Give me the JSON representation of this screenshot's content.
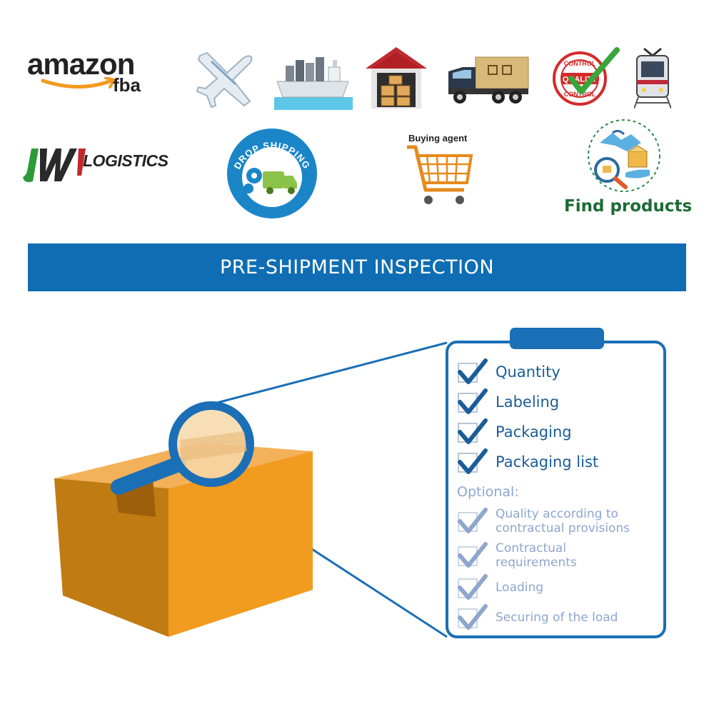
{
  "logos": {
    "amazon": {
      "word": "amazon",
      "sub": "fba"
    },
    "jw": {
      "initials": "JW",
      "rest": "LOGISTICS"
    },
    "quality_stamp": {
      "top": "CONTROL",
      "middle": "QUALITY",
      "bottom": "CONTROL"
    },
    "drop_shipping": {
      "text": "DROP SHIPPING"
    },
    "buying_agent": {
      "label": "Buying agent"
    },
    "find_products": {
      "label": "Find products"
    }
  },
  "icons": [
    "airplane-icon",
    "cargo-ship-icon",
    "warehouse-icon",
    "delivery-truck-icon",
    "quality-control-stamp-icon",
    "train-icon",
    "drop-shipping-badge-icon",
    "shopping-cart-icon",
    "find-products-icon",
    "cardboard-box-icon",
    "magnifier-icon",
    "checkmark-icon"
  ],
  "banner": {
    "title": "PRE-SHIPMENT INSPECTION"
  },
  "checklist": {
    "items": [
      "Quantity",
      "Labeling",
      "Packaging",
      "Packaging list"
    ],
    "optional_heading": "Optional:",
    "optional_items": [
      {
        "line1": "Quality according to",
        "line2": "contractual provisions"
      },
      {
        "line1": "Contractual",
        "line2": "requirements"
      },
      {
        "line1": "Loading",
        "line2": ""
      },
      {
        "line1": "Securing of the load",
        "line2": ""
      }
    ]
  },
  "colors": {
    "brand_blue": "#0f6db4",
    "box_orange": "#f29c1f",
    "amazon_orange": "#f39a1c",
    "find_green": "#1c6b34"
  }
}
